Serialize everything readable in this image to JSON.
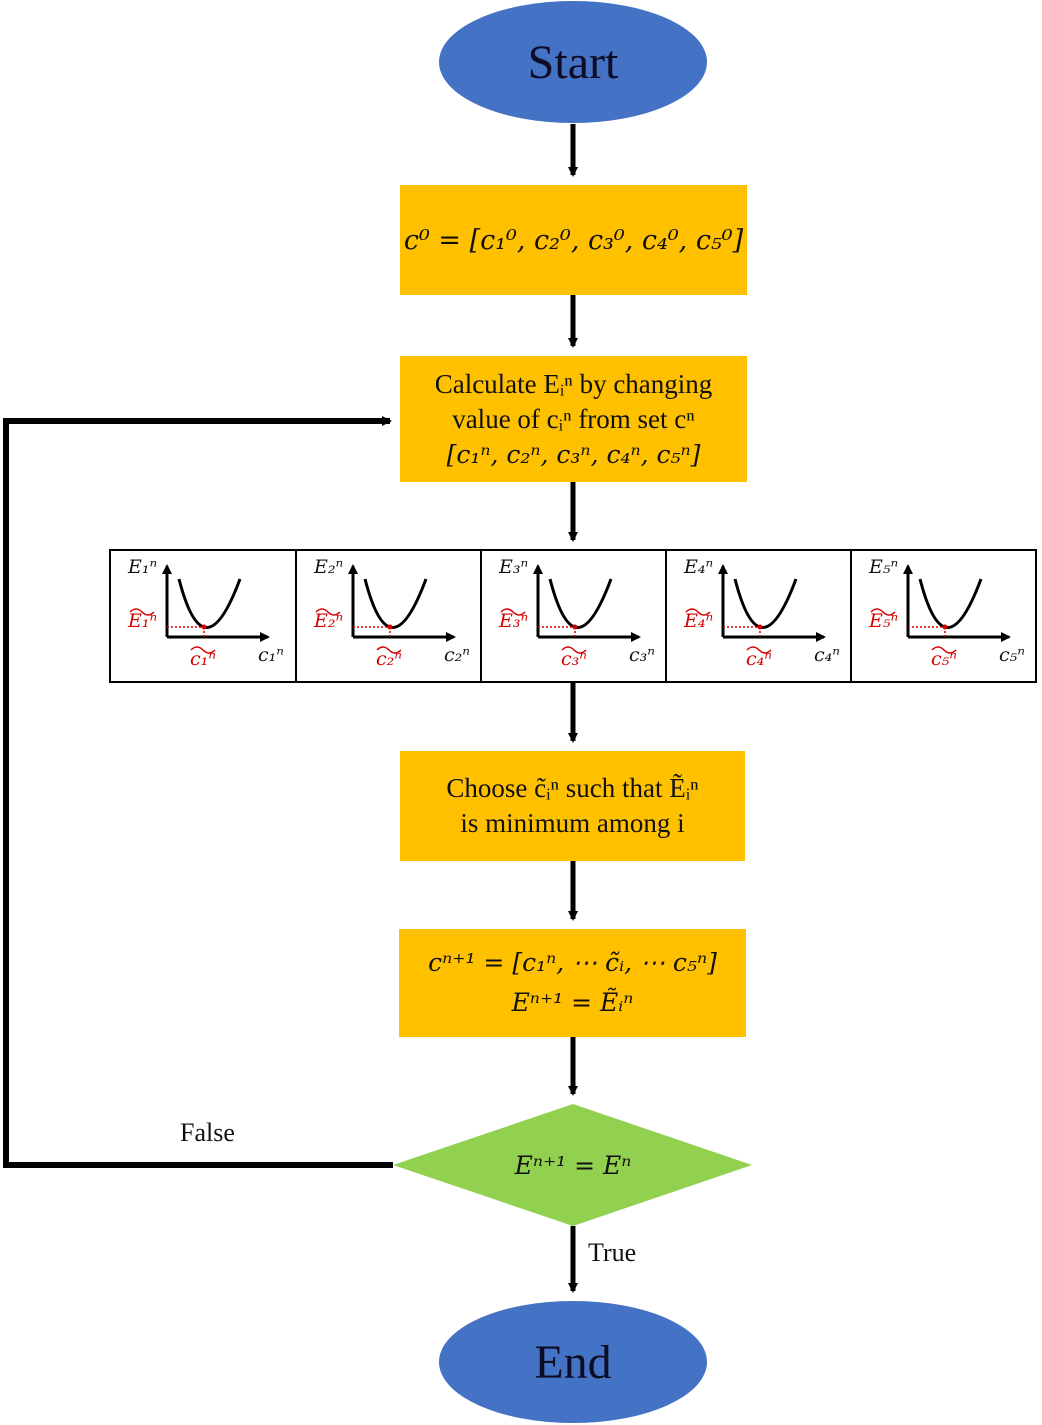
{
  "start": {
    "label": "Start"
  },
  "end": {
    "label": "End"
  },
  "init_box": {
    "text": "c⁰ = [c₁⁰, c₂⁰, c₃⁰, c₄⁰, c₅⁰]"
  },
  "calc_box": {
    "line1": "Calculate Eᵢⁿ by changing",
    "line2": "value of cᵢⁿ from set cⁿ",
    "line3": "[c₁ⁿ, c₂ⁿ, c₃ⁿ, c₄ⁿ, c₅ⁿ]"
  },
  "panels": [
    {
      "y_label": "E₁ⁿ",
      "min_e": "E₁ⁿ",
      "min_c": "c₁ⁿ",
      "x_label": "c₁ⁿ"
    },
    {
      "y_label": "E₂ⁿ",
      "min_e": "E₂ⁿ",
      "min_c": "c₂ⁿ",
      "x_label": "c₂ⁿ"
    },
    {
      "y_label": "E₃ⁿ",
      "min_e": "E₃ⁿ",
      "min_c": "c₃ⁿ",
      "x_label": "c₃ⁿ"
    },
    {
      "y_label": "E₄ⁿ",
      "min_e": "E₄ⁿ",
      "min_c": "c₄ⁿ",
      "x_label": "c₄ⁿ"
    },
    {
      "y_label": "E₅ⁿ",
      "min_e": "E₅ⁿ",
      "min_c": "c₅ⁿ",
      "x_label": "c₅ⁿ"
    }
  ],
  "choose_box": {
    "line1": "Choose c̃ᵢⁿ such that Ẽᵢⁿ",
    "line2": "is minimum among i"
  },
  "update_box": {
    "line1": "cⁿ⁺¹ = [c₁ⁿ, ⋯ c̃ᵢ, ⋯ c₅ⁿ]",
    "line2": "Eⁿ⁺¹ = Ẽᵢⁿ"
  },
  "decision": {
    "text": "Eⁿ⁺¹ = Eⁿ"
  },
  "edges": {
    "false_label": "False",
    "true_label": "True"
  },
  "colors": {
    "terminal": "#4472c4",
    "process": "#ffc000",
    "decision": "#92d050",
    "highlight": "#d40000"
  }
}
